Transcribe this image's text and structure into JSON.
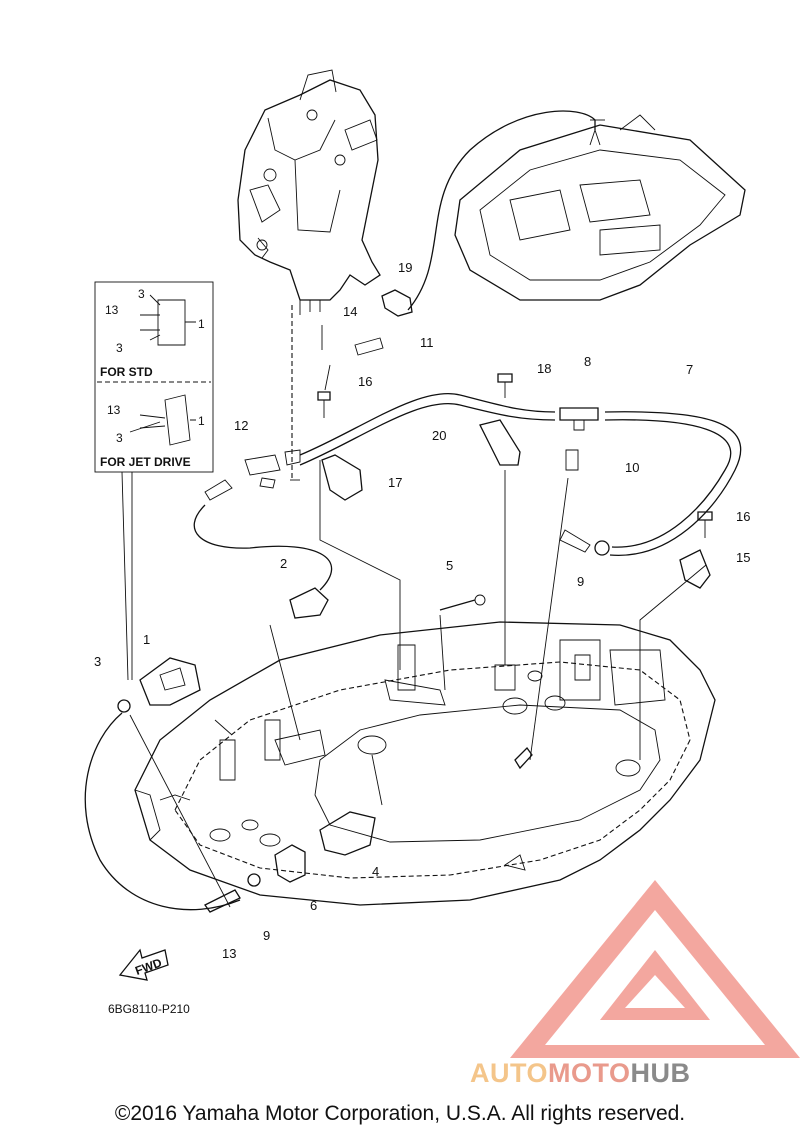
{
  "callouts": {
    "c1a": "1",
    "c2": "2",
    "c3a": "3",
    "c4": "4",
    "c5": "5",
    "c6": "6",
    "c7": "7",
    "c8": "8",
    "c9a": "9",
    "c9b": "9",
    "c10": "10",
    "c11": "11",
    "c12": "12",
    "c13a": "13",
    "c14": "14",
    "c15": "15",
    "c16a": "16",
    "c16b": "16",
    "c17": "17",
    "c18": "18",
    "c19": "19",
    "c20": "20"
  },
  "inset_std": {
    "caption": "FOR STD",
    "l13": "13",
    "l3a": "3",
    "l3b": "3",
    "l1": "1"
  },
  "inset_jet": {
    "caption": "FOR JET DRIVE",
    "l13": "13",
    "l3": "3",
    "l1": "1"
  },
  "fwd_label": "FWD",
  "part_number": "6BG8110-P210",
  "copyright": "©2016 Yamaha Motor Corporation, U.S.A. All rights reserved.",
  "watermark": {
    "part1": "AUTO",
    "part2": "MOTO",
    "part3": "HUB"
  },
  "colors": {
    "line": "#111111",
    "watermark_triangle": "#f08a80",
    "watermark_auto": "#f4c58a",
    "watermark_moto": "#e99a8c",
    "watermark_hub": "#8a8a8a"
  }
}
